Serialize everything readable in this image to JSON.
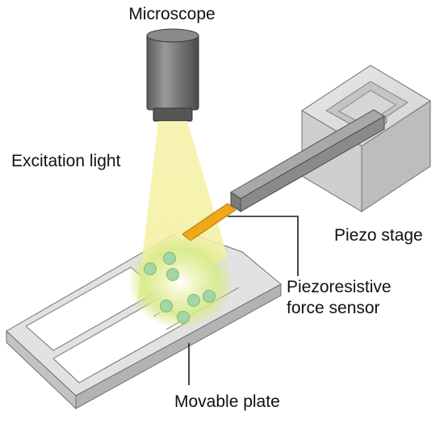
{
  "labels": {
    "microscope": "Microscope",
    "excitation_light": "Excitation light",
    "piezo_stage": "Piezo stage",
    "force_sensor_line1": "Piezoresistive",
    "force_sensor_line2": "force sensor",
    "movable_plate": "Movable plate"
  },
  "colors": {
    "plate_top": "#e2e2e2",
    "plate_side": "#c3c3c3",
    "plate_outline": "#707070",
    "light_beam": "#f4f0a6",
    "glow": "#d8ec8a",
    "cell": "#a3d6a3",
    "sensor": "#f0a818",
    "cantilever": "#8a8a8a",
    "microscope_body": "#6a6a6a"
  },
  "cells": {
    "count": 7
  }
}
